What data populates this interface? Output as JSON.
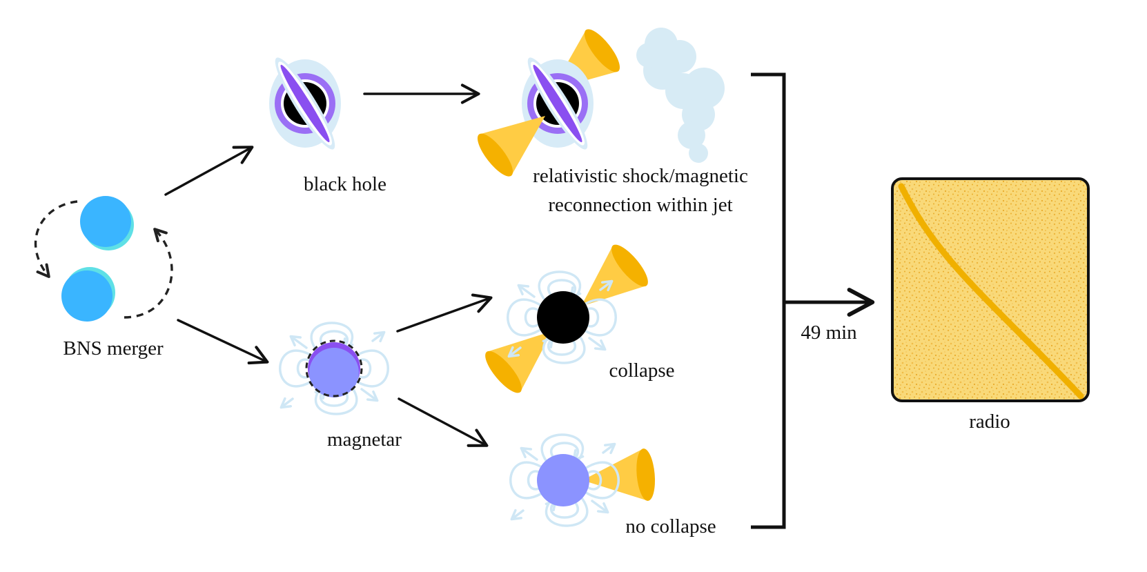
{
  "labels": {
    "bns_merger": "BNS merger",
    "black_hole": "black hole",
    "jet_line1": "relativistic shock/magnetic",
    "jet_line2": "reconnection within jet",
    "magnetar": "magnetar",
    "collapse": "collapse",
    "no_collapse": "no collapse",
    "delay": "49 min",
    "radio": "radio"
  },
  "colors": {
    "neutron_star": "#3ab5ff",
    "neutron_star_edge": "#5fe0e6",
    "magnetar": "#8b93ff",
    "magnetar_cap": "#8a4ff0",
    "disk_purple": "#8a4ff0",
    "disk_halo": "#d7ebf7",
    "jet_cone": "#ffcc44",
    "jet_cone_dark": "#f5b100",
    "cloud": "#d7ebf5",
    "radio_bg": "#f7cf5a",
    "radio_streak": "#f0b000"
  },
  "icons": [
    "neutron-star-icon",
    "black-hole-icon",
    "magnetar-icon",
    "jet-cone-icon",
    "cloud-icon",
    "radio-dynamic-spectrum-icon"
  ]
}
